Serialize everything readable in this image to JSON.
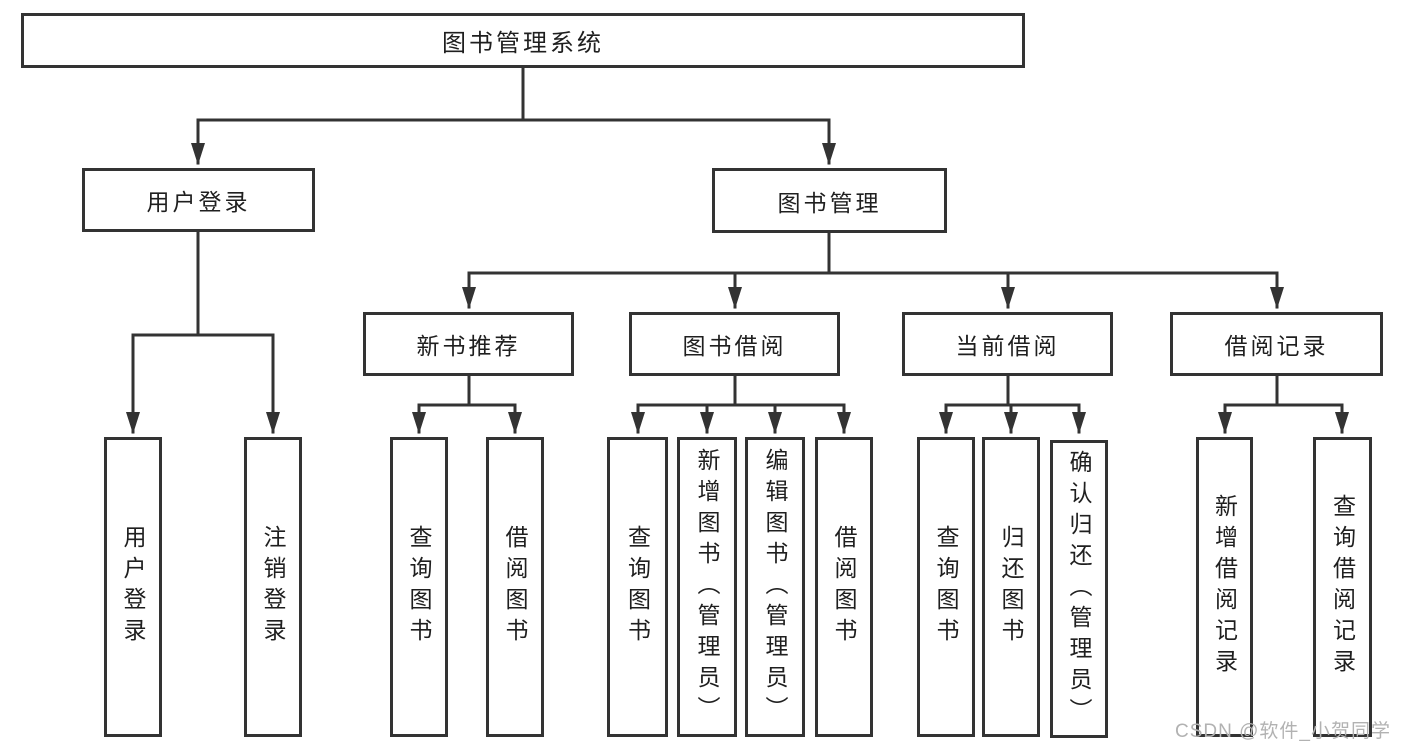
{
  "diagram": {
    "root": {
      "label": "图书管理系统"
    },
    "branches": [
      {
        "label": "用户登录",
        "children": [
          {
            "label": "用户登录"
          },
          {
            "label": "注销登录"
          }
        ]
      },
      {
        "label": "图书管理",
        "children": [
          {
            "label": "新书推荐",
            "children": [
              {
                "label": "查询图书"
              },
              {
                "label": "借阅图书"
              }
            ]
          },
          {
            "label": "图书借阅",
            "children": [
              {
                "label": "查询图书"
              },
              {
                "label": "新增图书（管理员）"
              },
              {
                "label": "编辑图书（管理员）"
              },
              {
                "label": "借阅图书"
              }
            ]
          },
          {
            "label": "当前借阅",
            "children": [
              {
                "label": "查询图书"
              },
              {
                "label": "归还图书"
              },
              {
                "label": "确认归还（管理员）"
              }
            ]
          },
          {
            "label": "借阅记录",
            "children": [
              {
                "label": "新增借阅记录"
              },
              {
                "label": "查询借阅记录"
              }
            ]
          }
        ]
      }
    ]
  },
  "watermark": {
    "text": "CSDN @软件_小贺同学"
  },
  "colors": {
    "line": "#333333",
    "text": "#1f1f1f",
    "watermark": "#b2b2b2",
    "background": "#ffffff"
  }
}
